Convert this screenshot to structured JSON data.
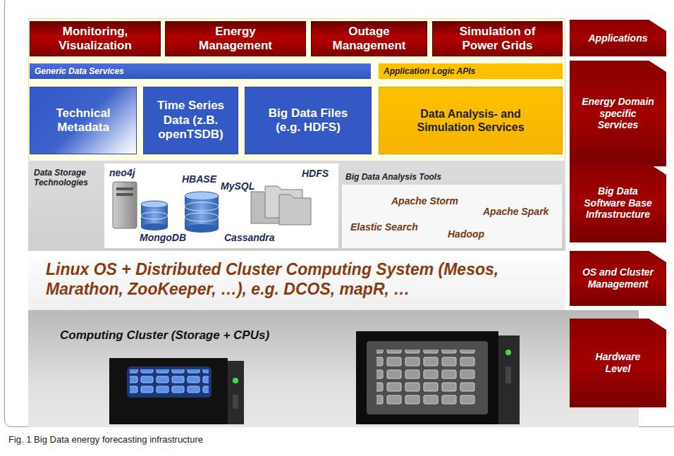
{
  "diagram": {
    "caption": "Fig. 1 Big Data energy forecasting infrastructure",
    "nodes": [
      {
        "text": [
          "Monitoring, Visualization"
        ]
      },
      {
        "text": [
          "Energy Management"
        ]
      },
      {
        "text": [
          "Outage Management"
        ]
      },
      {
        "text": [
          "Simulation of Power Grids"
        ]
      },
      {
        "text": [
          "Applications"
        ]
      },
      {
        "text": [
          "Generic Data Services"
        ]
      },
      {
        "text": [
          "Application Logic APIs"
        ]
      },
      {
        "text": [
          "Technical Metadata"
        ]
      },
      {
        "text": [
          "Time Series Data (z.B. openTSDB)"
        ]
      },
      {
        "text": [
          "Big Data Files (e.g. HDFS)"
        ]
      },
      {
        "text": [
          "Data Analysis- and Simulation Services"
        ]
      },
      {
        "text": [
          "Energy Domain specific Services"
        ]
      },
      {
        "text": [
          "Data Storage Technologies"
        ]
      },
      {
        "text": [
          "neo4j",
          "HBASE",
          "MySQL",
          "HDFS",
          "MongoDB",
          "Cassandra"
        ],
        "in": 12
      },
      {
        "text": [
          "Big Data Analysis Tools",
          "Apache Storm",
          "Apache Spark",
          "Elastic Search",
          "Hadoop"
        ],
        "in": 12
      },
      {
        "text": [
          "Big Data Software Base Infrastructure"
        ]
      },
      {
        "text": [
          "Linux OS + Distributed Cluster Computing System (Mesos, Marathon, ZooKeeper, …), e.g. DCOS, mapR, …"
        ]
      },
      {
        "text": [
          "OS and Cluster Management"
        ]
      },
      {
        "text": [
          "Computing Cluster (Storage + CPUs)"
        ]
      },
      {
        "text": [
          "Hardware Level"
        ]
      }
    ]
  }
}
